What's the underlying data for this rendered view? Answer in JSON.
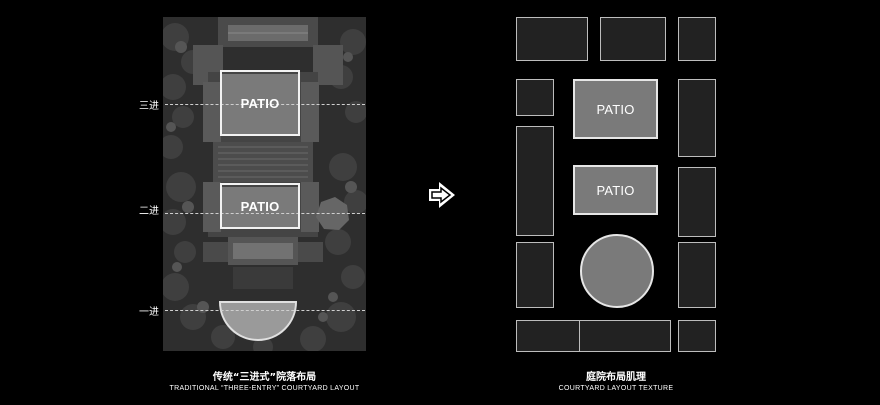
{
  "left_panel": {
    "levels": {
      "third": "三进",
      "second": "二进",
      "first": "一进"
    },
    "patio_labels": [
      "PATIO",
      "PATIO"
    ],
    "caption_cn": "传统“三进式”院落布局",
    "caption_en": "TRADITIONAL “THREE-ENTRY” COURTYARD LAYOUT"
  },
  "arrow": {
    "icon": "right-arrow-icon"
  },
  "right_panel": {
    "patio_labels": [
      "PATIO",
      "PATIO"
    ],
    "caption_cn": "庭院布局肌理",
    "caption_en": "COURTYARD LAYOUT TEXTURE"
  },
  "colors": {
    "background": "#000000",
    "patio_fill": "#7a7a7a",
    "block_fill": "#222222",
    "outline": "#e6e6e6"
  }
}
